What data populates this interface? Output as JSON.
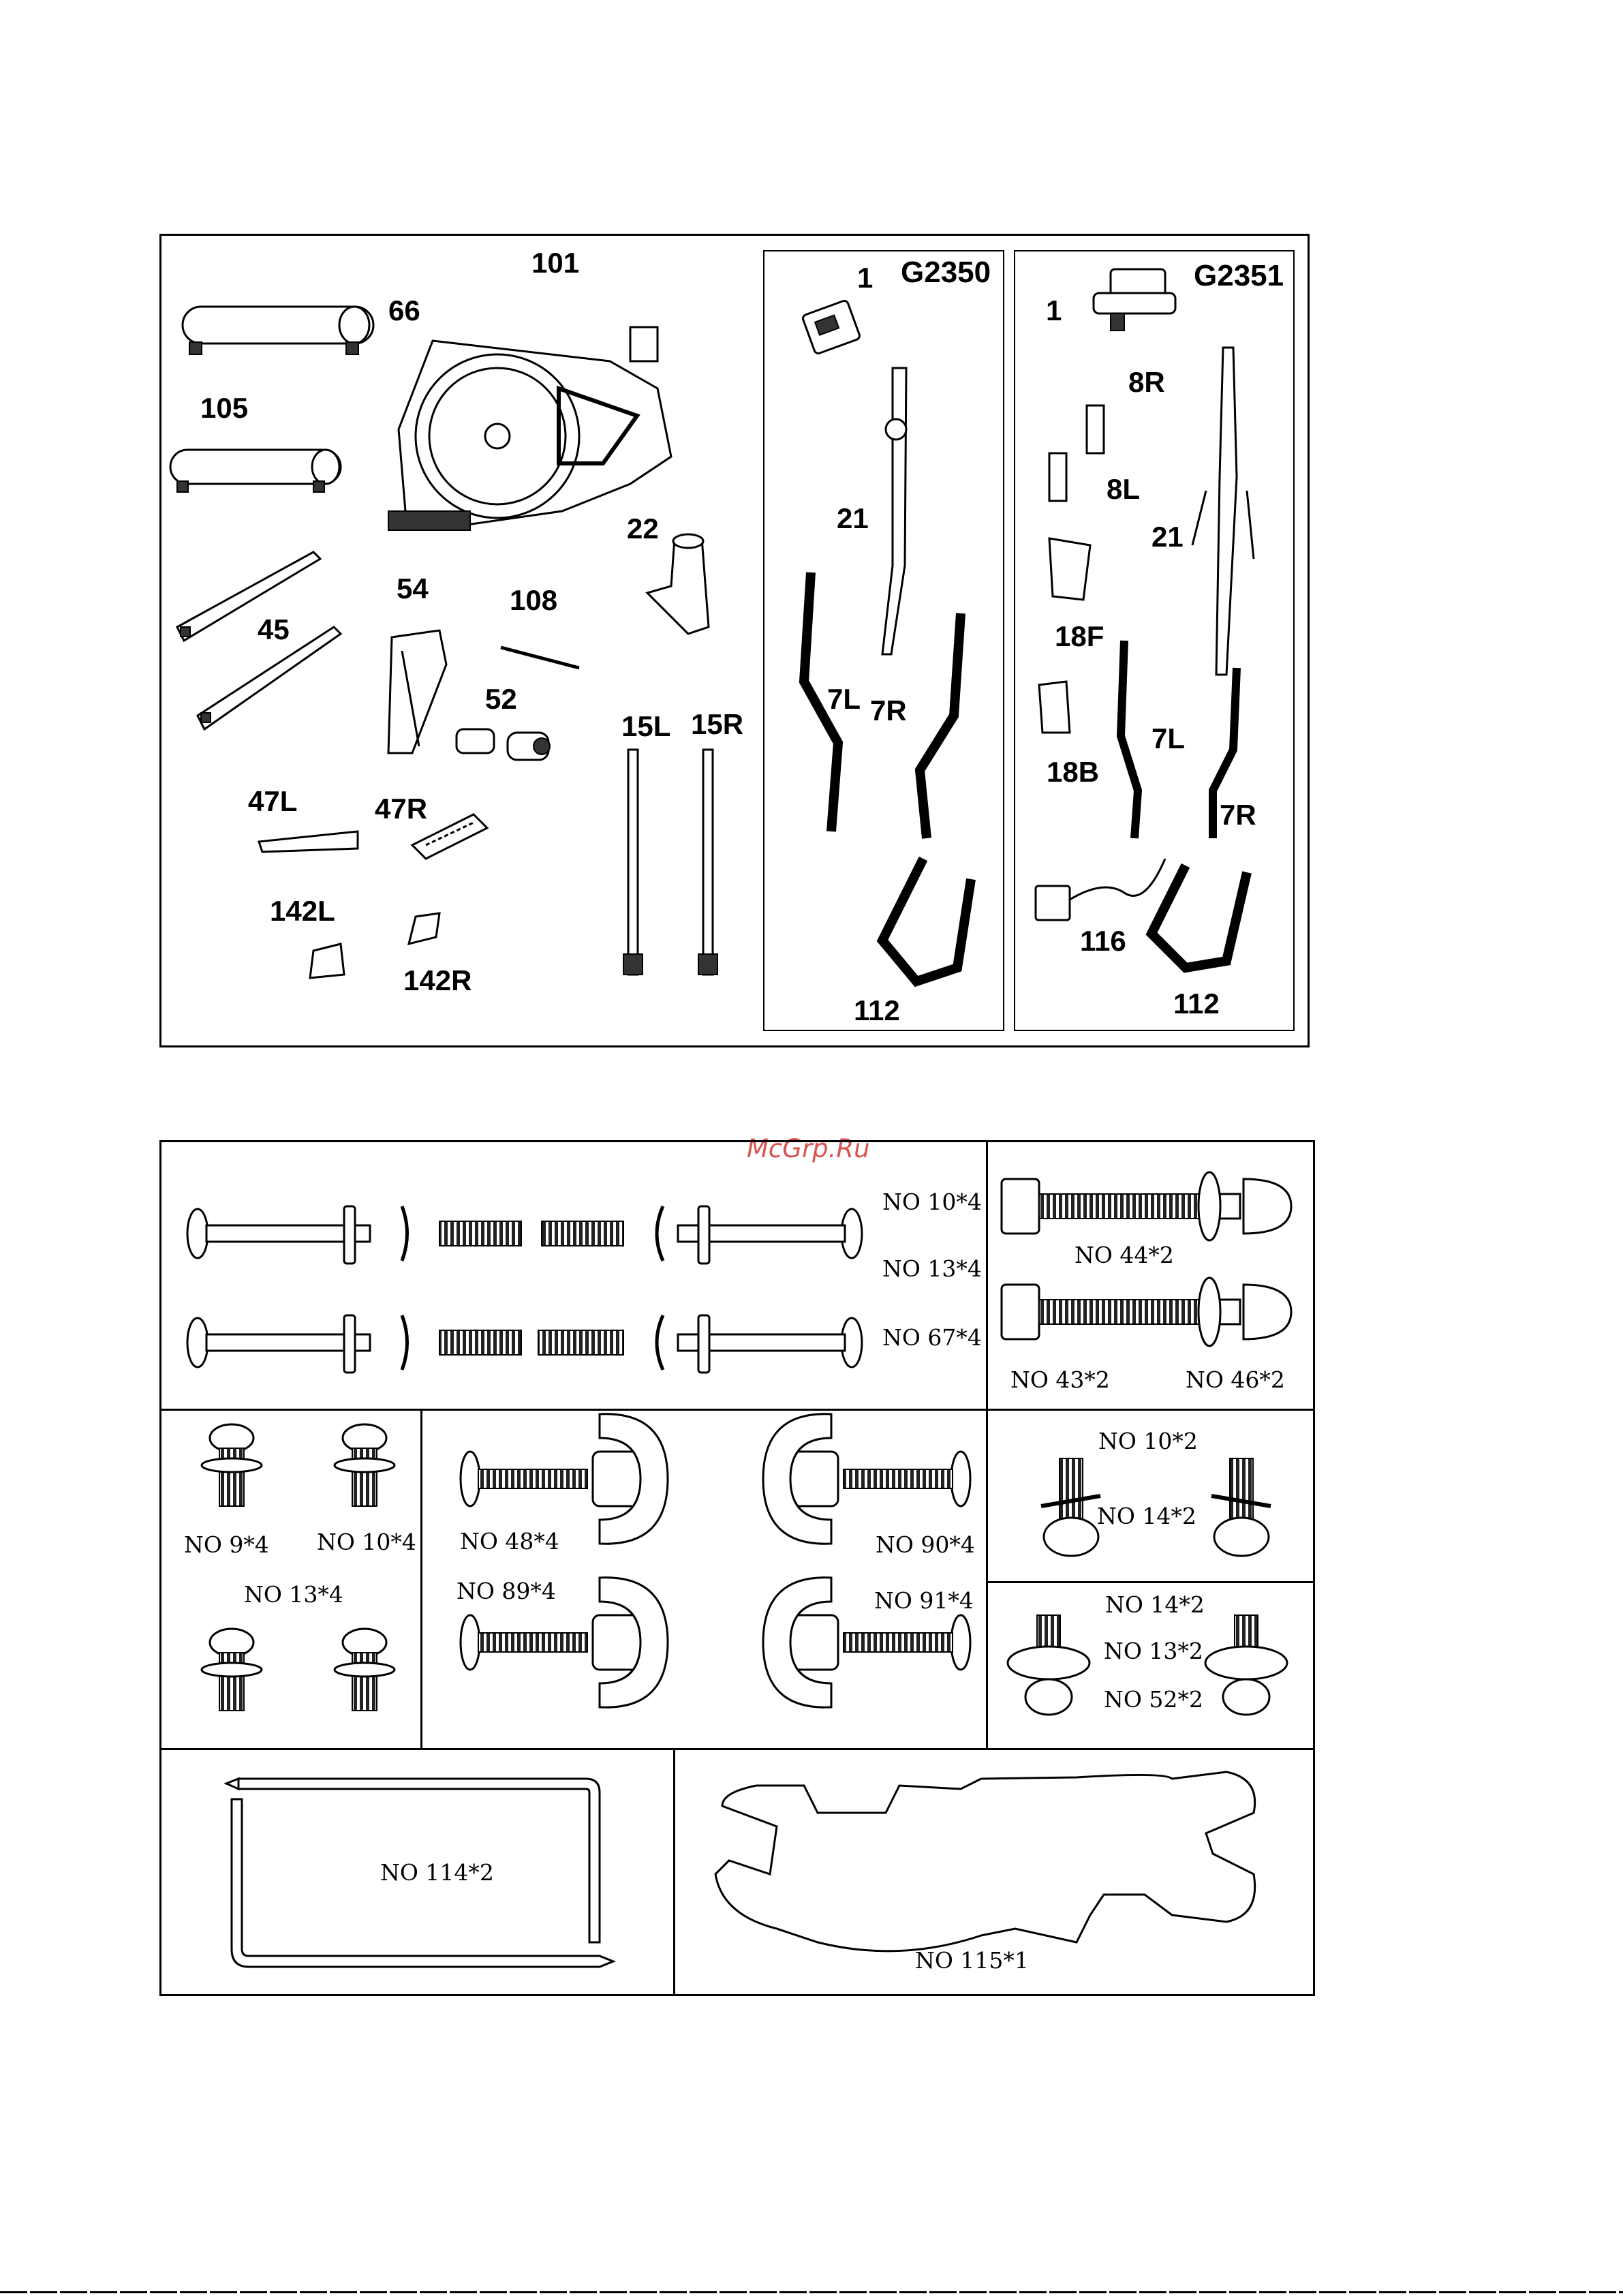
{
  "watermark": "McGrp.Ru",
  "parts_panel": {
    "main_labels": [
      {
        "id": "101",
        "text": "101"
      },
      {
        "id": "66",
        "text": "66"
      },
      {
        "id": "105",
        "text": "105"
      },
      {
        "id": "22",
        "text": "22"
      },
      {
        "id": "54",
        "text": "54"
      },
      {
        "id": "108",
        "text": "108"
      },
      {
        "id": "45",
        "text": "45"
      },
      {
        "id": "52",
        "text": "52"
      },
      {
        "id": "15L",
        "text": "15L"
      },
      {
        "id": "15R",
        "text": "15R"
      },
      {
        "id": "47L",
        "text": "47L"
      },
      {
        "id": "47R",
        "text": "47R"
      },
      {
        "id": "142L",
        "text": "142L"
      },
      {
        "id": "142R",
        "text": "142R"
      }
    ],
    "g2350": {
      "model": "G2350",
      "labels": [
        "1",
        "21",
        "7L",
        "7R",
        "112"
      ]
    },
    "g2351": {
      "model": "G2351",
      "labels": [
        "1",
        "8R",
        "8L",
        "21",
        "18F",
        "18B",
        "7L",
        "7R",
        "116",
        "112"
      ]
    }
  },
  "hardware_panel": {
    "bolts_long": [
      "NO 10*4",
      "NO 13*4",
      "NO 67*4"
    ],
    "bolts_hex": [
      "NO 44*2",
      "NO 43*2",
      "NO 46*2"
    ],
    "screws_small": [
      "NO 9*4",
      "NO 10*4",
      "NO 13*4"
    ],
    "knobs": [
      "NO 48*4",
      "NO 89*4",
      "NO 90*4",
      "NO 91*4"
    ],
    "screws_washer_a": [
      "NO 10*2",
      "NO 14*2"
    ],
    "screws_washer_b": [
      "NO 14*2",
      "NO 13*2",
      "NO 52*2"
    ],
    "allen_key": "NO 114*2",
    "wrench": "NO 115*1"
  }
}
